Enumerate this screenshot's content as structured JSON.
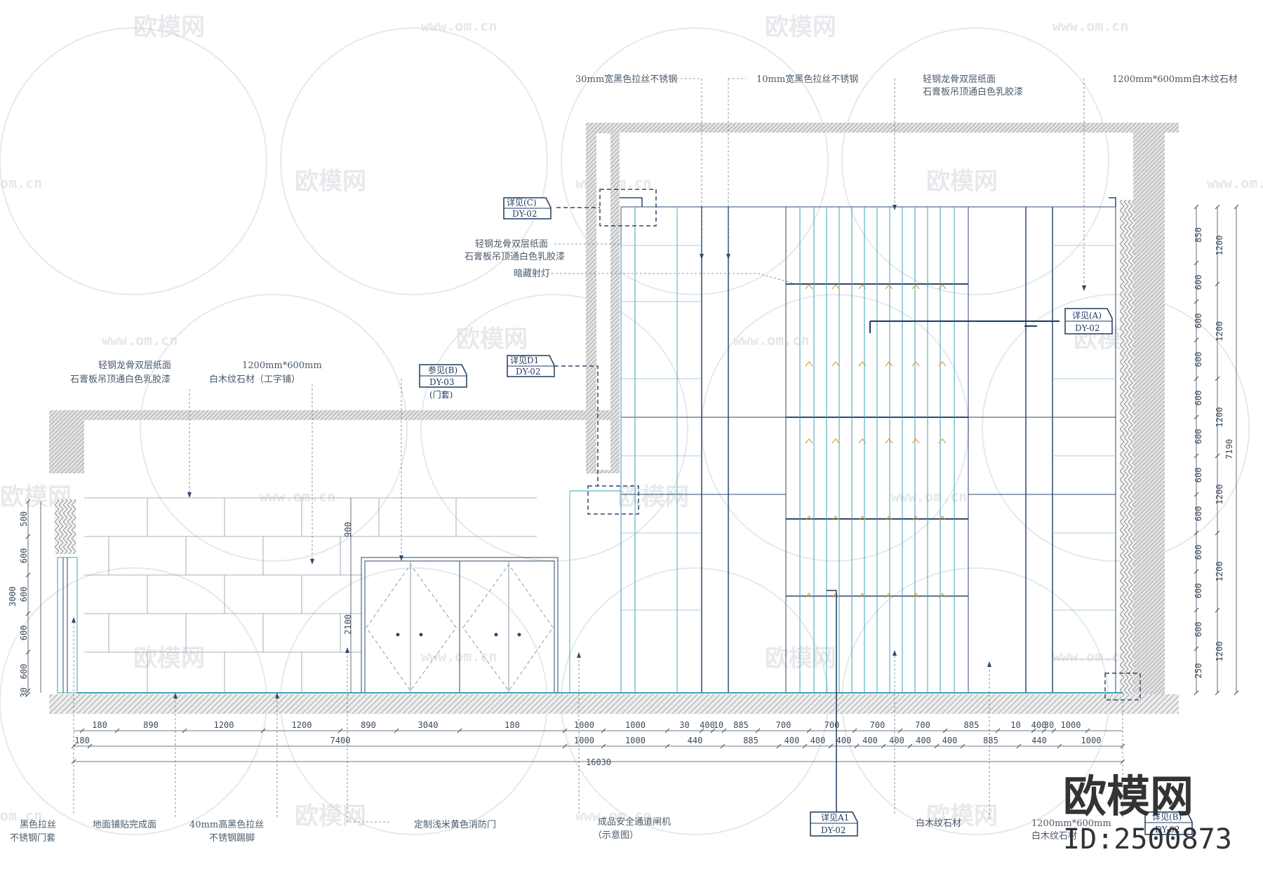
{
  "watermarks": {
    "brand_text": "欧模网",
    "url_text": "www.om.cn",
    "url_short": "om.cn"
  },
  "brand": {
    "name": "欧模网",
    "id": "ID:2500873"
  },
  "notes": {
    "top_1": "30mm宽黑色拉丝不锈钢",
    "top_2": "10mm宽黑色拉丝不锈钢",
    "top_3a": "轻钢龙骨双层纸面",
    "top_3b": "石膏板吊顶通白色乳胶漆",
    "top_4": "1200mm*600mm白木纹石材",
    "left_ceiling_a": "轻钢龙骨双层纸面",
    "left_ceiling_b": "石膏板吊顶通白色乳胶漆",
    "left_spot": "暗藏射灯",
    "lower_ceiling_a": "轻钢龙骨双层纸面",
    "lower_ceiling_b": "石膏板吊顶通白色乳胶漆",
    "lower_stone_a": "1200mm*600mm",
    "lower_stone_b": "白木纹石材（工字铺）",
    "bottom_1a": "黑色拉丝",
    "bottom_1b": "不锈钢门套",
    "bottom_2": "地面铺贴完成面",
    "bottom_3a": "40mm高黑色拉丝",
    "bottom_3b": "不锈钢踢脚",
    "bottom_4": "定制浅米黄色消防门",
    "bottom_5a": "成品安全通道闸机",
    "bottom_5b": "（示意图）",
    "bottom_6": "白木纹石材",
    "bottom_7a": "1200mm*600mm",
    "bottom_7b": "白木纹石材"
  },
  "tags": {
    "c": {
      "title": "详见(C)",
      "ref": "DY-02"
    },
    "d": {
      "title": "详见D1",
      "ref": "DY-02"
    },
    "b": {
      "title": "参见(B)",
      "ref": "DY-03",
      "extra": "(门套)"
    },
    "a": {
      "title": "详见(A)",
      "ref": "DY-02"
    },
    "a1": {
      "title": "详见A1",
      "ref": "DY-02"
    },
    "bb": {
      "title": "详见(B)",
      "ref": "DY-02"
    }
  },
  "dims_bottom_row1": [
    "180",
    "890",
    "1200",
    "1200",
    "890",
    "3040",
    "180",
    "1000",
    "1000",
    "30",
    "400",
    "10",
    "885",
    "700",
    "700",
    "700",
    "700",
    "885",
    "10",
    "400",
    "30",
    "1000"
  ],
  "dims_bottom_row2": [
    "180",
    "7400",
    "1000",
    "1000",
    "440",
    "885",
    "400",
    "400",
    "400",
    "400",
    "400",
    "400",
    "400",
    "885",
    "440",
    "1000"
  ],
  "dim_total": "16030",
  "dims_left": [
    "500",
    "600",
    "600",
    "600",
    "600",
    "30"
  ],
  "dim_left_total": "3000",
  "dim_door_h": "2100",
  "dim_door_top": "900",
  "dims_right_inner": [
    "850",
    "600",
    "600",
    "600",
    "600",
    "600",
    "600",
    "600",
    "600",
    "600",
    "600",
    "250"
  ],
  "dims_right_mid": [
    "1200",
    "1200",
    "1200",
    "1200",
    "1200",
    "1200"
  ],
  "dim_right_total": "7190",
  "colors": {
    "line": "#2c4a6b",
    "cyan": "#3aa0b8",
    "hatch": "#8a8f95",
    "accent": "#d99a3a"
  }
}
